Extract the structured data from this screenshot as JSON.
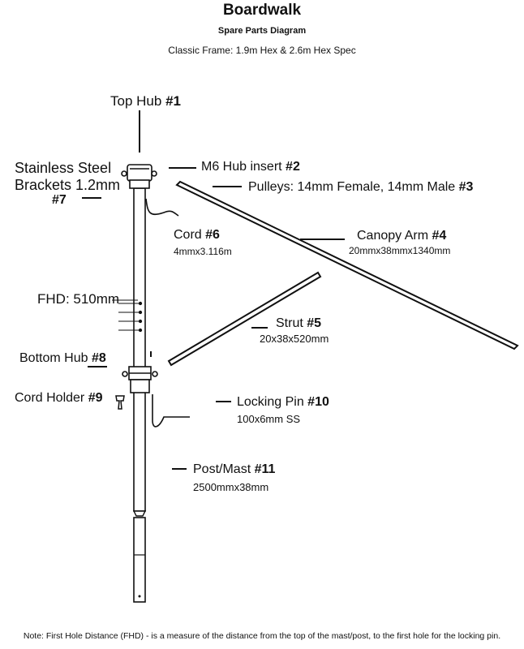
{
  "header": {
    "title": "Boardwalk",
    "subtitle": "Spare Parts Diagram",
    "spec": "Classic Frame: 1.9m Hex & 2.6m Hex Spec"
  },
  "parts": {
    "top_hub": {
      "name": "Top Hub",
      "num": "#1"
    },
    "hub_insert": {
      "name": "M6 Hub insert",
      "num": "#2"
    },
    "pulleys": {
      "name": "Pulleys: 14mm Female, 14mm Male",
      "num": "#3"
    },
    "canopy_arm": {
      "name": "Canopy Arm",
      "num": "#4",
      "size": "20mmx38mmx1340mm"
    },
    "strut": {
      "name": "Strut",
      "num": "#5",
      "size": "20x38x520mm"
    },
    "cord": {
      "name": "Cord",
      "num": "#6",
      "size": "4mmx3.116m"
    },
    "brackets": {
      "line1": "Stainless Steel",
      "line2": "Brackets 1.2mm",
      "num": "#7"
    },
    "bottom_hub": {
      "name": "Bottom Hub",
      "num": "#8"
    },
    "cord_holder": {
      "name": "Cord Holder",
      "num": "#9"
    },
    "locking_pin": {
      "name": "Locking Pin",
      "num": "#10",
      "size": "100x6mm SS"
    },
    "post": {
      "name": "Post/Mast",
      "num": "#11",
      "size": "2500mmx38mm"
    },
    "fhd": {
      "label": "FHD: 510mm"
    }
  },
  "footer": {
    "note": "Note: First Hole Distance (FHD) - is a measure of the distance from the top of the mast/post, to the first hole for the locking pin."
  }
}
